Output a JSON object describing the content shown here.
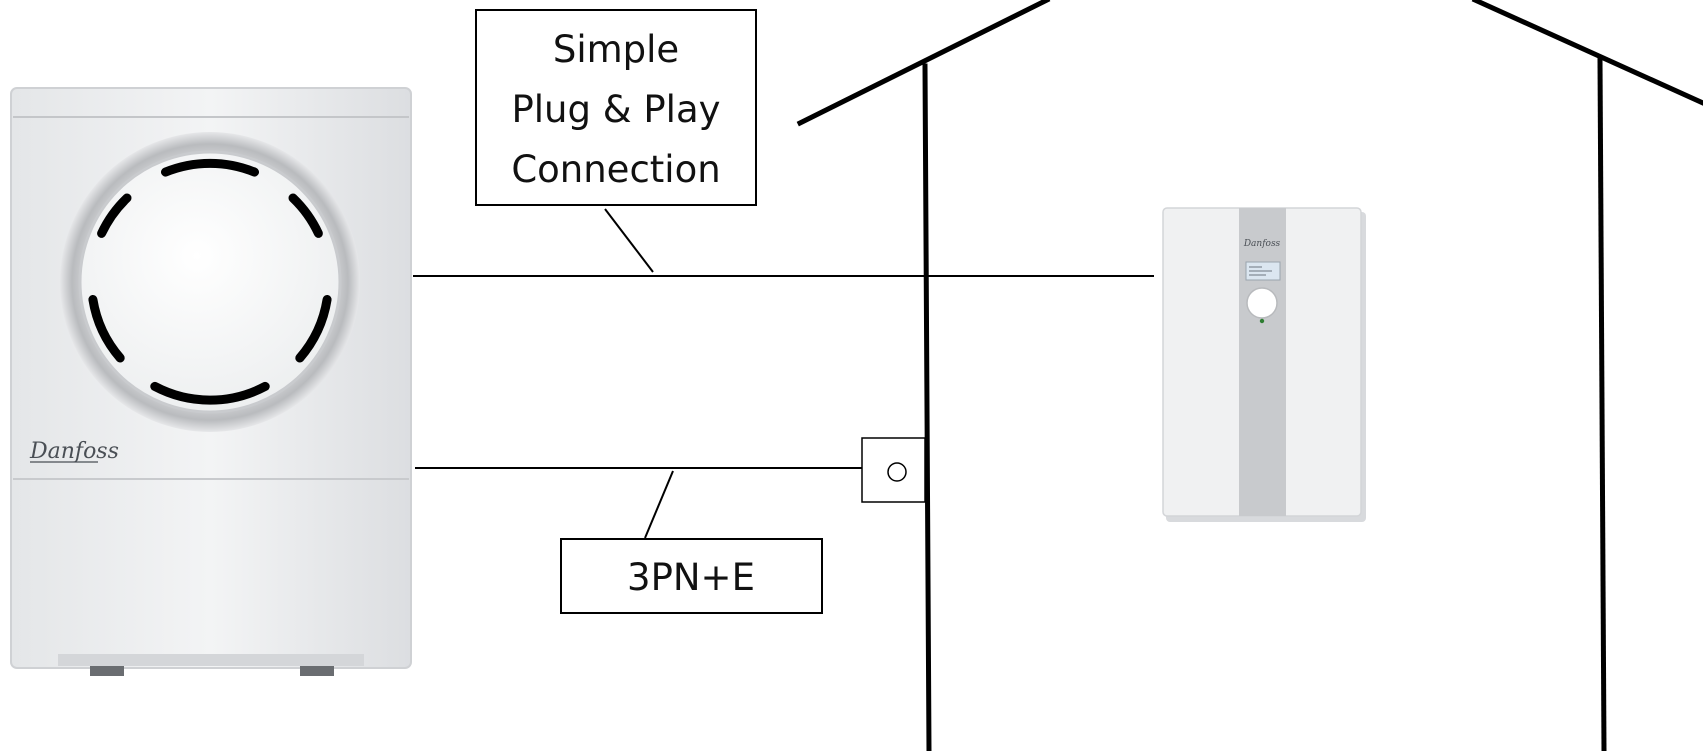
{
  "labels": {
    "connection_line1": "Simple",
    "connection_line2": "Plug & Play",
    "connection_line3": "Connection",
    "power_label": "3PN+E"
  },
  "outdoor_unit": {
    "brand": "Danfoss",
    "icon": "heat-pump-outdoor-unit-icon"
  },
  "indoor_unit": {
    "brand": "Danfoss",
    "icon": "heat-pump-indoor-unit-icon"
  },
  "colors": {
    "line": "#000000",
    "unit_body": "#f1f2f3",
    "unit_shadow": "#d5d7da",
    "indoor_stripe": "#c9cbce",
    "led": "#2e7d32"
  }
}
